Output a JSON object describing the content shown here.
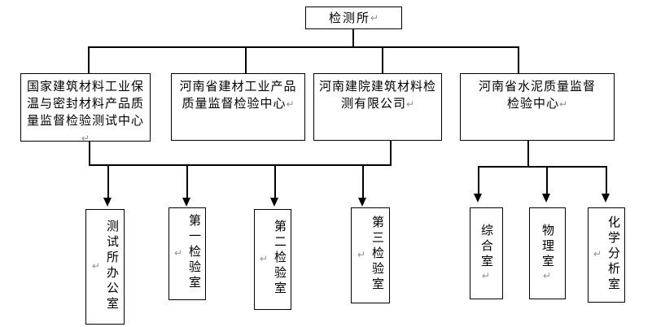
{
  "marks": {
    "return": "↵"
  },
  "chart": {
    "title_hint": "org-structure-of-testing-institute",
    "root": {
      "label": "检测所"
    },
    "level2": [
      {
        "label": "国家建筑材料工业保温与密封材料产品质量监督检验测试中心",
        "lines": [
          "国家建筑材料工业保",
          "温与密封材料产品质",
          "量监督检验测试中心"
        ]
      },
      {
        "label": "河南省建材工业产品质量监督检验中心",
        "lines": [
          "河南省建材工业产品",
          "质量监督检验中心"
        ]
      },
      {
        "label": "河南建院建筑材料检测有限公司",
        "lines": [
          "河南建院建筑材料检",
          "测有限公司"
        ]
      },
      {
        "label": "河南省水泥质量监督检验中心",
        "lines": [
          "河南省水泥质量监督",
          "检验中心"
        ]
      }
    ],
    "level3": [
      {
        "label": "测试所办公室"
      },
      {
        "label": "第一检验室"
      },
      {
        "label": "第二检验室"
      },
      {
        "label": "第三检验室"
      },
      {
        "label": "综合室"
      },
      {
        "label": "物理室"
      },
      {
        "label": "化学分析室"
      }
    ]
  }
}
